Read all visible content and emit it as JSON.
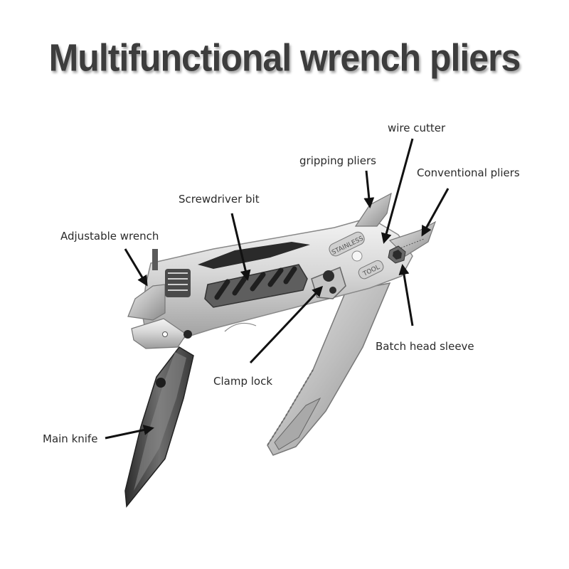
{
  "title": "Multifunctional wrench pliers",
  "labels": {
    "wire_cutter": "wire cutter",
    "gripping_pliers": "gripping pliers",
    "conventional_pliers": "Conventional pliers",
    "screwdriver_bit": "Screwdriver bit",
    "adjustable_wrench": "Adjustable wrench",
    "batch_head_sleeve": "Batch head sleeve",
    "clamp_lock": "Clamp lock",
    "main_knife": "Main knife"
  },
  "tool_engravings": {
    "brand": "STAINLESS",
    "badge": "TOOL"
  }
}
